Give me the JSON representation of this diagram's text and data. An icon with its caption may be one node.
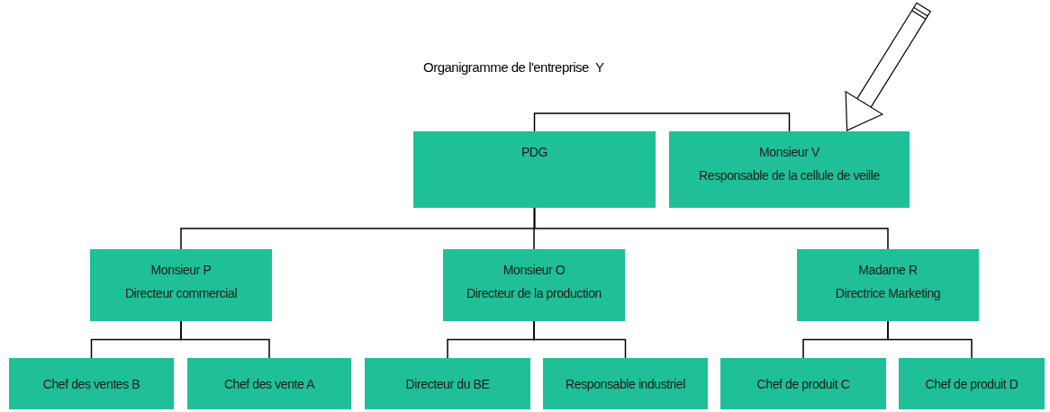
{
  "diagram": {
    "title": "Organigramme de l'entreprise  Y",
    "nodes": [
      {
        "text": [
          "PDG"
        ]
      },
      {
        "text": [
          "Monsieur V",
          "Responsable de la cellule de veille"
        ]
      },
      {
        "text": [
          "Monsieur P",
          "Directeur commercial"
        ]
      },
      {
        "text": [
          "Monsieur O",
          "Directeur de la production"
        ]
      },
      {
        "text": [
          "Madame R",
          "Directrice Marketing"
        ]
      },
      {
        "text": [
          "Chef des ventes B"
        ]
      },
      {
        "text": [
          "Chef des vente A"
        ]
      },
      {
        "text": [
          "Directeur du BE"
        ]
      },
      {
        "text": [
          "Responsable industriel"
        ]
      },
      {
        "text": [
          "Chef de produit C"
        ]
      },
      {
        "text": [
          "Chef de produit D"
        ]
      }
    ],
    "edges": [
      {
        "from": 0,
        "to": 1,
        "arrow": "none"
      },
      {
        "from": null,
        "to": 1,
        "arrow": "to"
      },
      {
        "from": 0,
        "to": 2,
        "arrow": "none"
      },
      {
        "from": 0,
        "to": 3,
        "arrow": "none"
      },
      {
        "from": 0,
        "to": 4,
        "arrow": "none"
      },
      {
        "from": 2,
        "to": 5,
        "arrow": "none"
      },
      {
        "from": 2,
        "to": 6,
        "arrow": "none"
      },
      {
        "from": 3,
        "to": 7,
        "arrow": "none"
      },
      {
        "from": 3,
        "to": 8,
        "arrow": "none"
      },
      {
        "from": 4,
        "to": 9,
        "arrow": "none"
      },
      {
        "from": 4,
        "to": 10,
        "arrow": "none"
      }
    ]
  }
}
